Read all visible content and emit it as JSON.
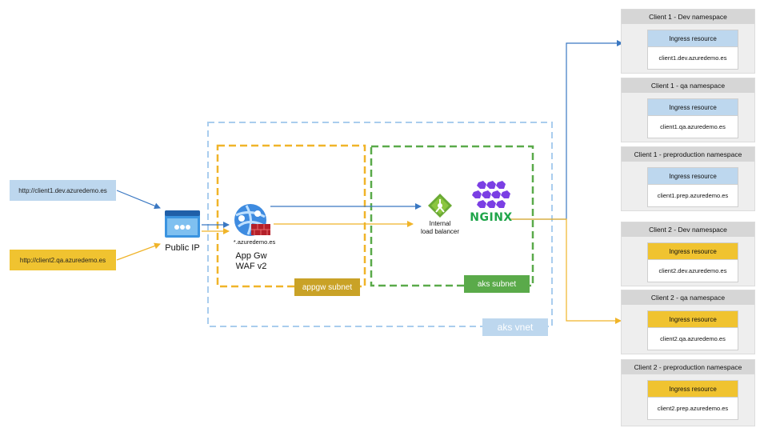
{
  "inputs": {
    "client1_url": "http://client1.dev.azuredemo.es",
    "client2_url": "http://client2.qa.azuredemo.es"
  },
  "public_ip": {
    "label": "Public IP"
  },
  "app_gateway": {
    "domain": "*.azuredemo.es",
    "title_line1": "App Gw",
    "title_line2": "WAF v2"
  },
  "load_balancer": {
    "line1": "Internal",
    "line2": "load balancer"
  },
  "nginx": {
    "label": "NGINX"
  },
  "subnets": {
    "appgw": "appgw subnet",
    "aks": "aks subnet",
    "vnet": "aks vnet"
  },
  "namespaces": [
    {
      "title": "Client 1 - Dev namespace",
      "ingress": "Ingress resource",
      "host": "client1.dev.azuredemo.es",
      "client": 1
    },
    {
      "title": "Client 1 - qa namespace",
      "ingress": "Ingress resource",
      "host": "client1.qa.azuredemo.es",
      "client": 1
    },
    {
      "title": "Client 1 - preproduction namespace",
      "ingress": "Ingress resource",
      "host": "client1.prep.azuredemo.es",
      "client": 1
    },
    {
      "title": "Client 2 - Dev namespace",
      "ingress": "Ingress resource",
      "host": "client2.dev.azuredemo.es",
      "client": 2
    },
    {
      "title": "Client 2 - qa namespace",
      "ingress": "Ingress resource",
      "host": "client2.qa.azuredemo.es",
      "client": 2
    },
    {
      "title": "Client 2 - preproduction namespace",
      "ingress": "Ingress resource",
      "host": "client2.prep.azuredemo.es",
      "client": 2
    }
  ],
  "colors": {
    "client1_blue": "#3a78c2",
    "client2_yellow": "#f0b429",
    "vnet_border": "#a9cdee",
    "appgw_border": "#f0b429",
    "aks_border": "#5aaa4a",
    "appgw_tag": "#c9a227",
    "aks_tag": "#5aaa4a",
    "vnet_tag": "#bdd7ee",
    "nginx_green": "#1fa54a",
    "nginx_purple": "#7b3fe4"
  }
}
